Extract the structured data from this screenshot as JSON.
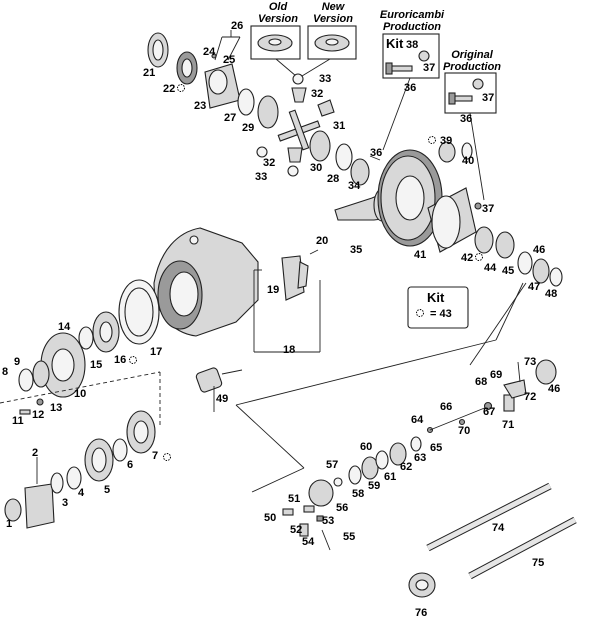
{
  "captions": {
    "old_version": [
      "Old",
      "Version"
    ],
    "new_version": [
      "New",
      "Version"
    ],
    "euroricambi_production": [
      "Euroricambi",
      "Production"
    ],
    "original_production": [
      "Original",
      "Production"
    ]
  },
  "kit_boxes": {
    "euroricambi_kit_label": "Kit",
    "euroricambi_kit_part": "38",
    "kit_label": "Kit",
    "kit_value": "= 43"
  },
  "part_numbers": [
    "1",
    "2",
    "3",
    "4",
    "5",
    "6",
    "7",
    "8",
    "9",
    "10",
    "11",
    "12",
    "13",
    "14",
    "15",
    "16",
    "17",
    "18",
    "19",
    "20",
    "21",
    "22",
    "23",
    "24",
    "25",
    "26",
    "27",
    "28",
    "29",
    "30",
    "31",
    "32",
    "33",
    "34",
    "35",
    "36",
    "37",
    "38",
    "39",
    "40",
    "41",
    "42",
    "43",
    "44",
    "45",
    "46",
    "47",
    "48",
    "49",
    "50",
    "51",
    "52",
    "53",
    "54",
    "55",
    "56",
    "57",
    "58",
    "59",
    "60",
    "61",
    "62",
    "63",
    "64",
    "65",
    "66",
    "67",
    "68",
    "69",
    "70",
    "71",
    "72",
    "73",
    "74",
    "75",
    "76"
  ]
}
